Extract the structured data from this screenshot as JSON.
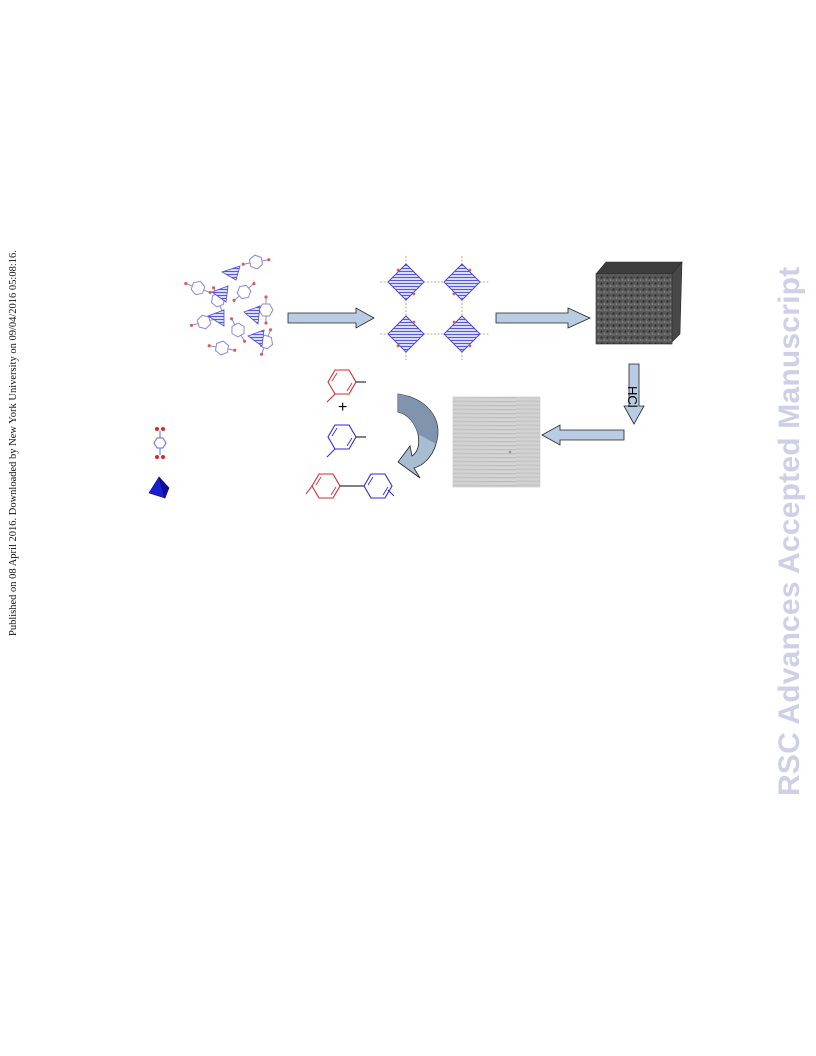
{
  "margin_note": "Published on 08 April 2016. Downloaded by New York University on 09/04/2016 05:08:16.",
  "watermark": "RSC Advances Accepted Manuscript",
  "scheme": {
    "reagent_label": "HCl",
    "plus_sign": "+"
  },
  "colors": {
    "arrow_fill": "#b8cde3",
    "curved_arrow_dark": "#7c8fa8",
    "red_ring": "#d42a2a",
    "blue_ring": "#2a2ad4",
    "polyhedron": "#2a2ad4",
    "watermark": "#cdd0e6"
  }
}
